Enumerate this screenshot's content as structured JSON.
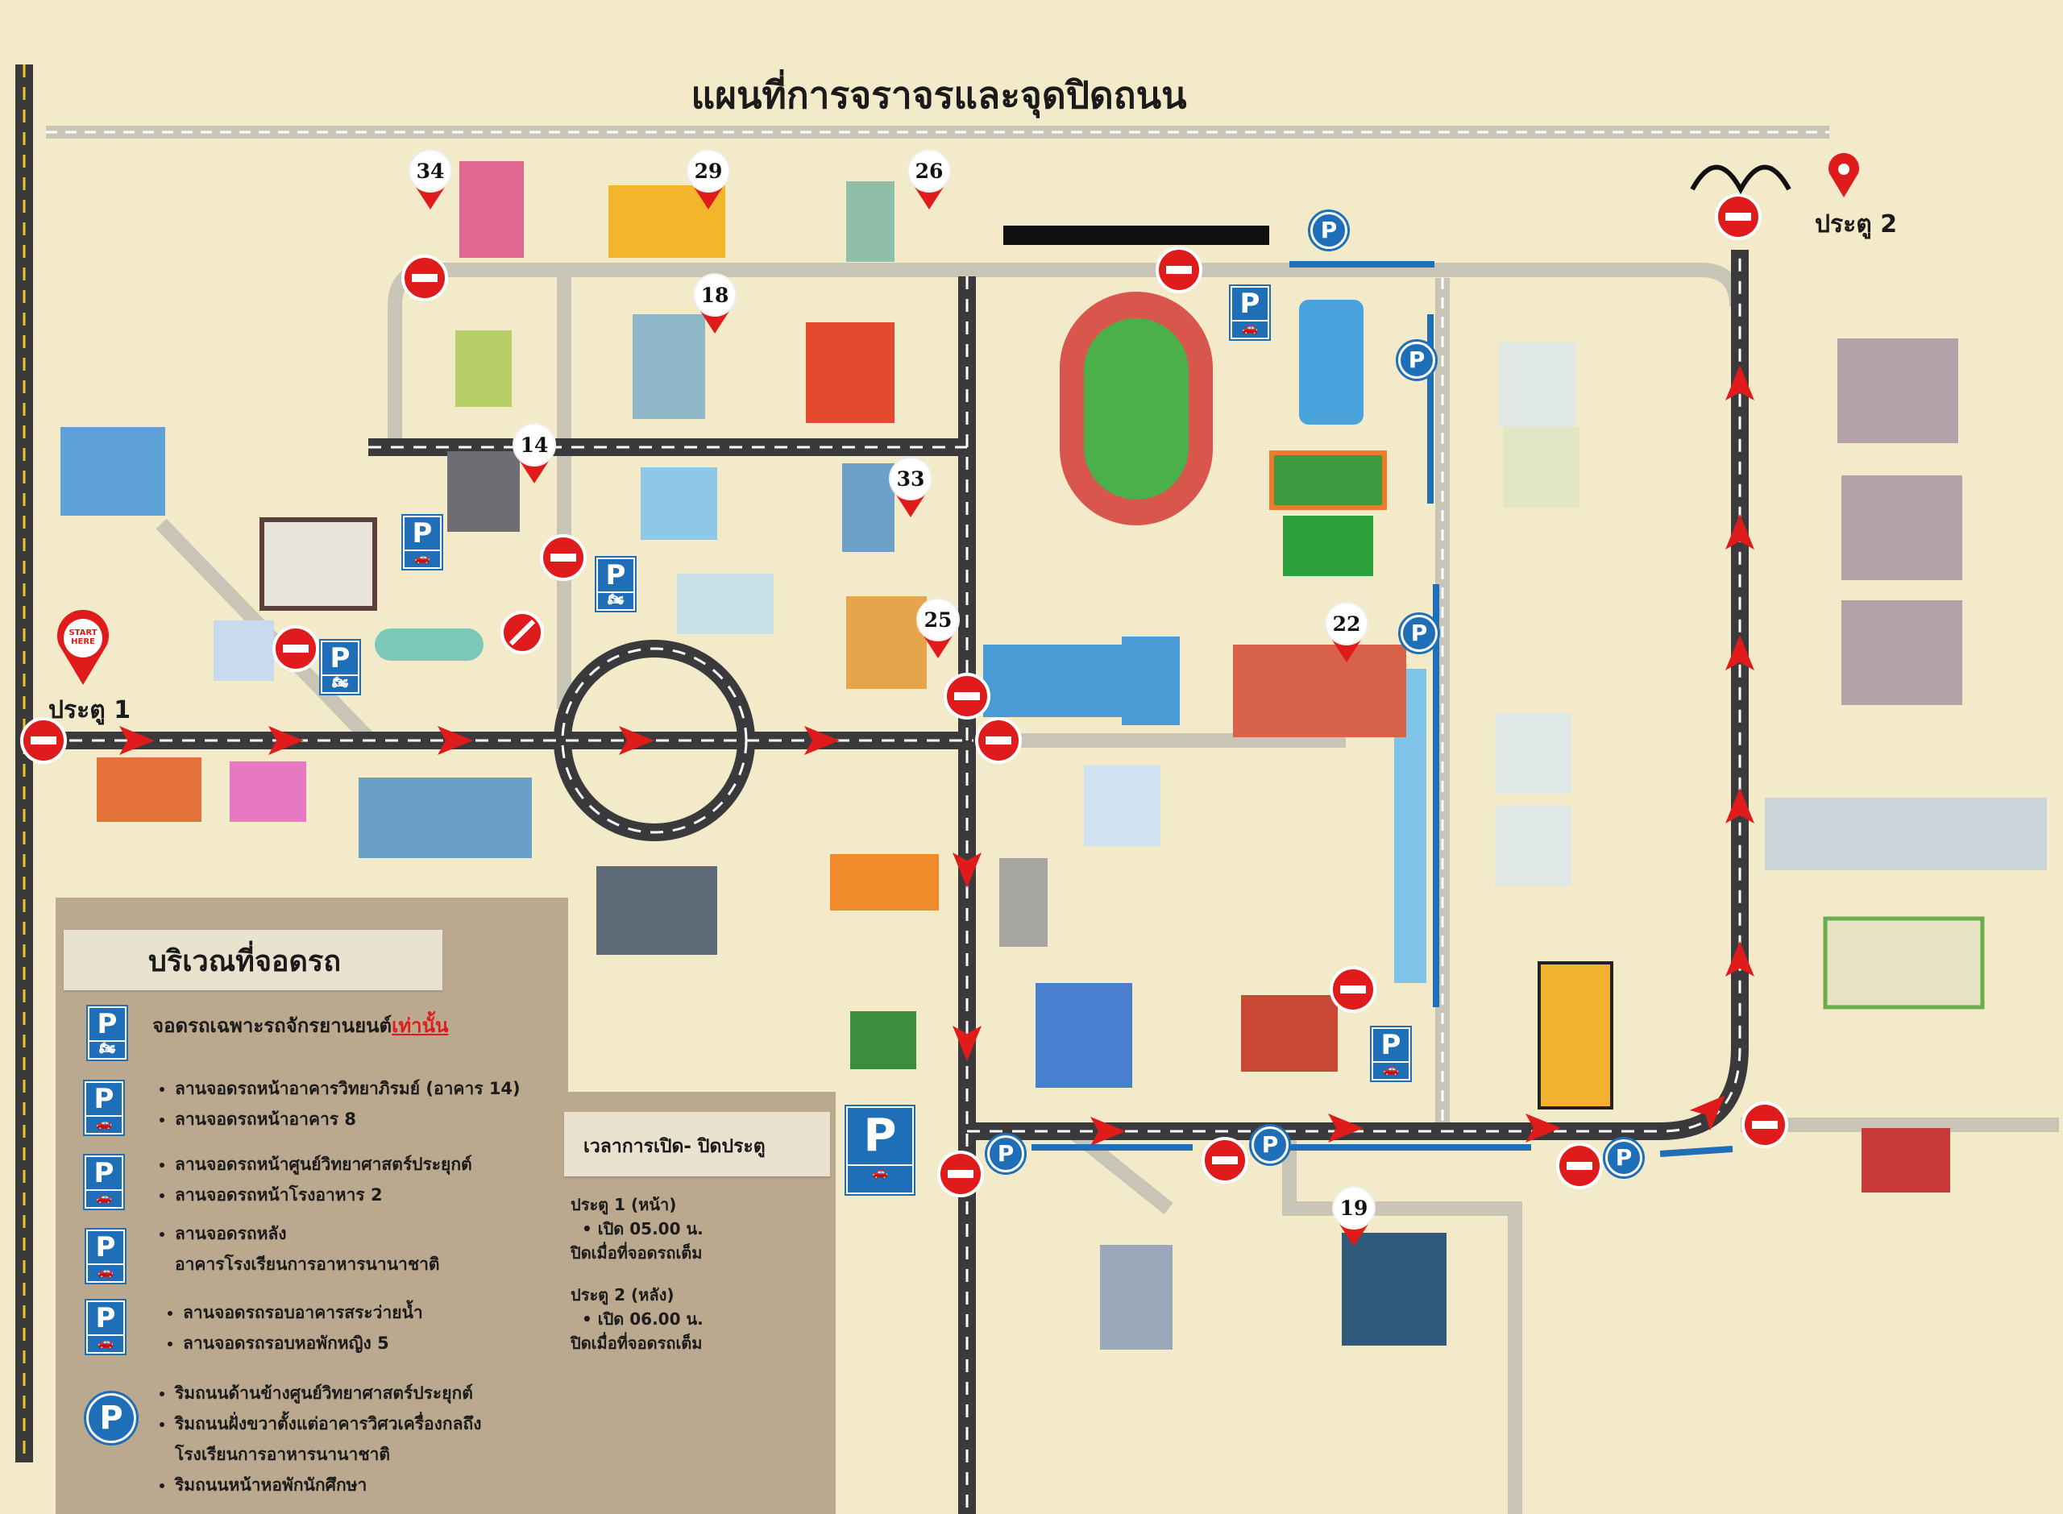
{
  "title": "แผนที่การจราจรและจุดปิดถนน",
  "gates": {
    "gate1": "ประตู 1",
    "gate2": "ประตู 2",
    "start": "START HERE"
  },
  "pins": [
    "34",
    "29",
    "26",
    "18",
    "14",
    "33",
    "25",
    "22",
    "19"
  ],
  "parking_legend": {
    "title": "บริเวณที่จอดรถ",
    "moto_only": {
      "text": "จอดรถเฉพาะรถจักรยานยนต์",
      "emphasis": "เท่านั้น"
    },
    "groups": [
      {
        "items": [
          "ลานจอดรถหน้าอาคารวิทยาภิรมย์ (อาคาร 14)",
          "ลานจอดรถหน้าอาคาร 8"
        ]
      },
      {
        "items": [
          "ลานจอดรถหน้าศูนย์วิทยาศาสตร์ประยุกต์",
          "ลานจอดรถหน้าโรงอาหาร 2"
        ]
      },
      {
        "items": [
          "ลานจอดรถหลัง",
          "อาคารโรงเรียนการอาหารนานาชาติ"
        ]
      },
      {
        "items": [
          "ลานจอดรถรอบอาคารสระว่ายน้ำ",
          "ลานจอดรถรอบหอพักหญิง 5"
        ]
      },
      {
        "items": [
          "ริมถนนด้านข้างศูนย์วิทยาศาสตร์ประยุกต์",
          "ริมถนนฝั่งขวาตั้งแต่อาคารวิศวเครื่องกลถึง",
          "โรงเรียนการอาหารนานาชาติ",
          "ริมถนนหน้าหอพักนักศึกษา"
        ]
      }
    ],
    "p_letter": "P"
  },
  "gate_hours": {
    "title": "เวลาการเปิด- ปิดประตู",
    "gate1": {
      "name": "ประตู 1 (หน้า)",
      "open": "เปิด 05.00 น.",
      "close": "ปิดเมื่อที่จอดรถเต็ม"
    },
    "gate2": {
      "name": "ประตู 2 (หลัง)",
      "open": "เปิด 06.00 น.",
      "close": "ปิดเมื่อที่จอดรถเต็ม"
    }
  },
  "colors": {
    "road": "#3a3a3c",
    "parking": "#1f6fb8",
    "no_entry": "#e01b1b",
    "background": "#f2eac8"
  }
}
